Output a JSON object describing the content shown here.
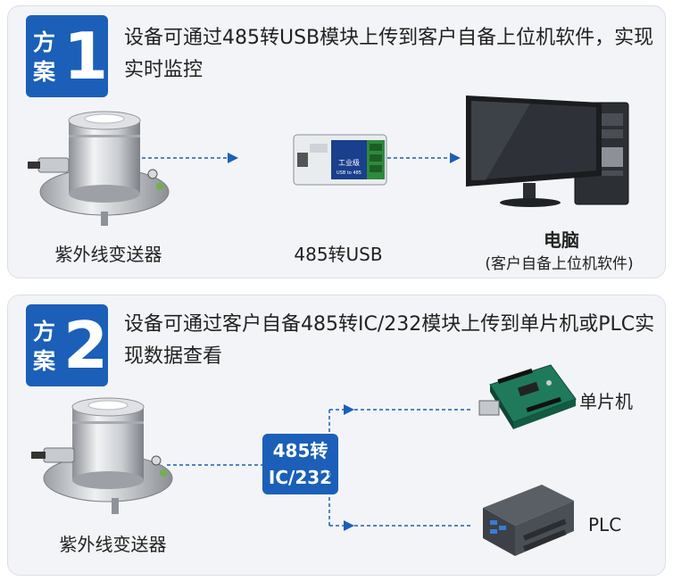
{
  "scheme1": {
    "badge_word_1": "方",
    "badge_word_2": "案",
    "badge_number": "1",
    "description": "设备可通过485转USB模块上传到客户自备上位机软件，实现实时监控",
    "sensor_label": "紫外线变送器",
    "module_label": "485转USB",
    "module_face_text": "工业级",
    "module_sub_text": "USB to 485",
    "computer_label": "电脑",
    "computer_sublabel": "(客户自备上位机软件)"
  },
  "scheme2": {
    "badge_word_1": "方",
    "badge_word_2": "案",
    "badge_number": "2",
    "description": "设备可通过客户自备485转IC/232模块上传到单片机或PLC实现数据查看",
    "sensor_label": "紫外线变送器",
    "converter_line_1": "485转",
    "converter_line_2": "IC/232",
    "mcu_label": "单片机",
    "plc_label": "PLC"
  },
  "colors": {
    "accent_blue": "#1b5fb8",
    "dashed_line": "#1b5fb8",
    "panel_bg": "#f3f4f7"
  }
}
